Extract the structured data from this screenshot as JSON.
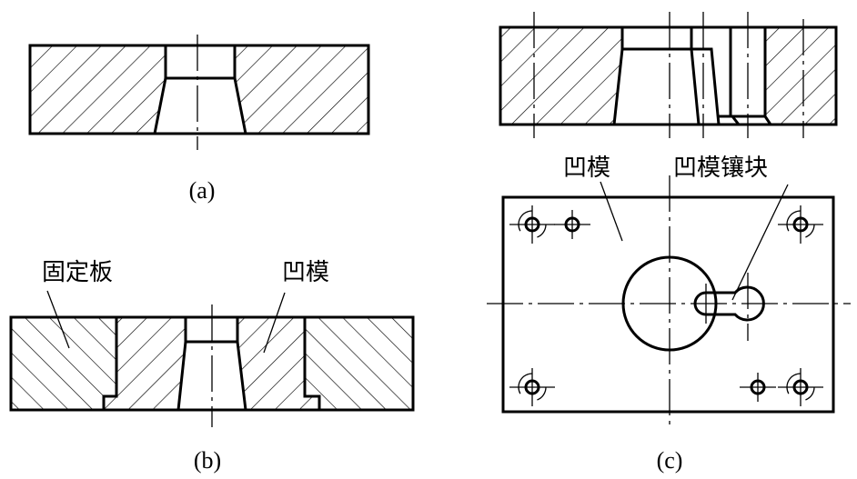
{
  "figure": {
    "a": {
      "caption": "(a)"
    },
    "b": {
      "caption": "(b)",
      "label_fixed_plate": "固定板",
      "label_die": "凹模"
    },
    "c": {
      "caption": "(c)",
      "label_die": "凹模",
      "label_die_insert": "凹模镶块"
    }
  },
  "colors": {
    "line": "#000000",
    "background": "#ffffff"
  }
}
